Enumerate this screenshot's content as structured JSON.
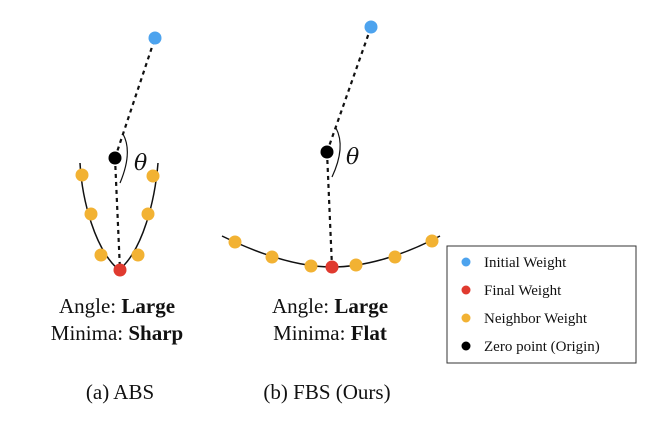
{
  "angle_symbol": "θ",
  "panels": [
    {
      "angle_label": "Angle: ",
      "angle_value": "Large",
      "minima_label": "Minima: ",
      "minima_value": "Sharp",
      "caption": "(a) ABS"
    },
    {
      "angle_label": "Angle: ",
      "angle_value": "Large",
      "minima_label": "Minima: ",
      "minima_value": "Flat",
      "caption": "(b) FBS (Ours)"
    }
  ],
  "legend": {
    "items": [
      {
        "label": "Initial Weight",
        "color": "#4da3ee"
      },
      {
        "label": "Final Weight",
        "color": "#e03a2f"
      },
      {
        "label": "Neighbor Weight",
        "color": "#f2b233"
      },
      {
        "label": "Zero point (Origin)",
        "color": "#000000"
      }
    ]
  },
  "colors": {
    "initial": "#4da3ee",
    "final": "#e03a2f",
    "neighbor": "#f2b233",
    "origin": "#000000"
  }
}
